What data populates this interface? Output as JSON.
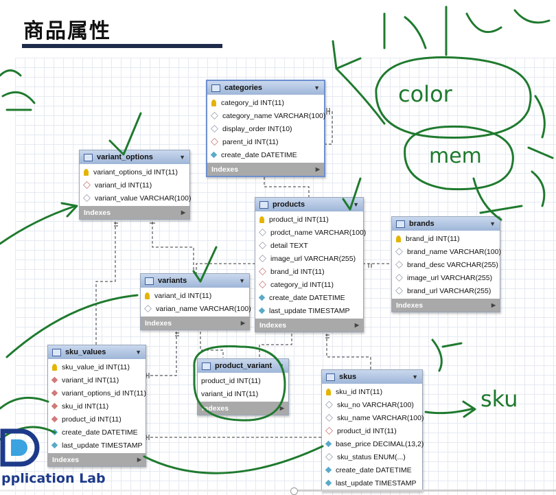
{
  "title": "商品属性",
  "tables": {
    "categories": {
      "name": "categories",
      "columns": [
        {
          "text": "category_id INT(11)",
          "icon": "key"
        },
        {
          "text": "category_name VARCHAR(100)",
          "icon": "col"
        },
        {
          "text": "display_order INT(10)",
          "icon": "col"
        },
        {
          "text": "parent_id INT(11)",
          "icon": "fkh"
        },
        {
          "text": "create_date DATETIME",
          "icon": "nn"
        }
      ],
      "footer": "Indexes"
    },
    "variant_options": {
      "name": "variant_options",
      "columns": [
        {
          "text": "variant_options_id INT(11)",
          "icon": "key"
        },
        {
          "text": "variant_id INT(11)",
          "icon": "fkh"
        },
        {
          "text": "variant_value VARCHAR(100)",
          "icon": "col"
        }
      ],
      "footer": "Indexes"
    },
    "products": {
      "name": "products",
      "columns": [
        {
          "text": "product_id INT(11)",
          "icon": "key"
        },
        {
          "text": "prodct_name VARCHAR(100)",
          "icon": "col"
        },
        {
          "text": "detail TEXT",
          "icon": "col"
        },
        {
          "text": "image_url VARCHAR(255)",
          "icon": "col"
        },
        {
          "text": "brand_id INT(11)",
          "icon": "fkh"
        },
        {
          "text": "category_id INT(11)",
          "icon": "fkh"
        },
        {
          "text": "create_date DATETIME",
          "icon": "nn"
        },
        {
          "text": "last_update TIMESTAMP",
          "icon": "nn"
        }
      ],
      "footer": "Indexes"
    },
    "brands": {
      "name": "brands",
      "columns": [
        {
          "text": "brand_id INT(11)",
          "icon": "key"
        },
        {
          "text": "brand_name VARCHAR(100)",
          "icon": "col"
        },
        {
          "text": "brand_desc VARCHAR(255)",
          "icon": "col"
        },
        {
          "text": "image_url VARCHAR(255)",
          "icon": "col"
        },
        {
          "text": "brand_url VARCHAR(255)",
          "icon": "col"
        }
      ],
      "footer": "Indexes"
    },
    "variants": {
      "name": "variants",
      "columns": [
        {
          "text": "variant_id INT(11)",
          "icon": "key"
        },
        {
          "text": "varian_name VARCHAR(100)",
          "icon": "col"
        }
      ],
      "footer": "Indexes"
    },
    "sku_values": {
      "name": "sku_values",
      "columns": [
        {
          "text": "sku_value_id INT(11)",
          "icon": "key"
        },
        {
          "text": "variant_id INT(11)",
          "icon": "fk"
        },
        {
          "text": "variant_options_id INT(11)",
          "icon": "fk"
        },
        {
          "text": "sku_id INT(11)",
          "icon": "fk"
        },
        {
          "text": "product_id INT(11)",
          "icon": "fk"
        },
        {
          "text": "create_date DATETIME",
          "icon": "nn"
        },
        {
          "text": "last_update TIMESTAMP",
          "icon": "nn"
        }
      ],
      "footer": "Indexes"
    },
    "product_variant": {
      "name": "product_variant",
      "columns": [
        {
          "text": "product_id INT(11)",
          "icon": "col"
        },
        {
          "text": "variant_id INT(11)",
          "icon": "col"
        }
      ],
      "footer": "Indexes"
    },
    "skus": {
      "name": "skus",
      "columns": [
        {
          "text": "sku_id INT(11)",
          "icon": "key"
        },
        {
          "text": "sku_no VARCHAR(100)",
          "icon": "col"
        },
        {
          "text": "sku_name VARCHAR(100)",
          "icon": "col"
        },
        {
          "text": "product_id INT(11)",
          "icon": "fkh"
        },
        {
          "text": "base_price DECIMAL(13,2)",
          "icon": "nn"
        },
        {
          "text": "sku_status ENUM(...)",
          "icon": "col"
        },
        {
          "text": "create_date DATETIME",
          "icon": "nn"
        },
        {
          "text": "last_update TIMESTAMP",
          "icon": "nn"
        }
      ],
      "footer": "Indexes"
    }
  },
  "annotations": {
    "color_word": "color",
    "mem_word": "mem",
    "sku_word": "sku"
  },
  "logo_text": "pplication Lab",
  "colors": {
    "ink_green": "#1f7a2e",
    "header_blue": "#9fb6d8",
    "footer_grey": "#a9a9a9",
    "logo_blue": "#1d3a8a"
  }
}
